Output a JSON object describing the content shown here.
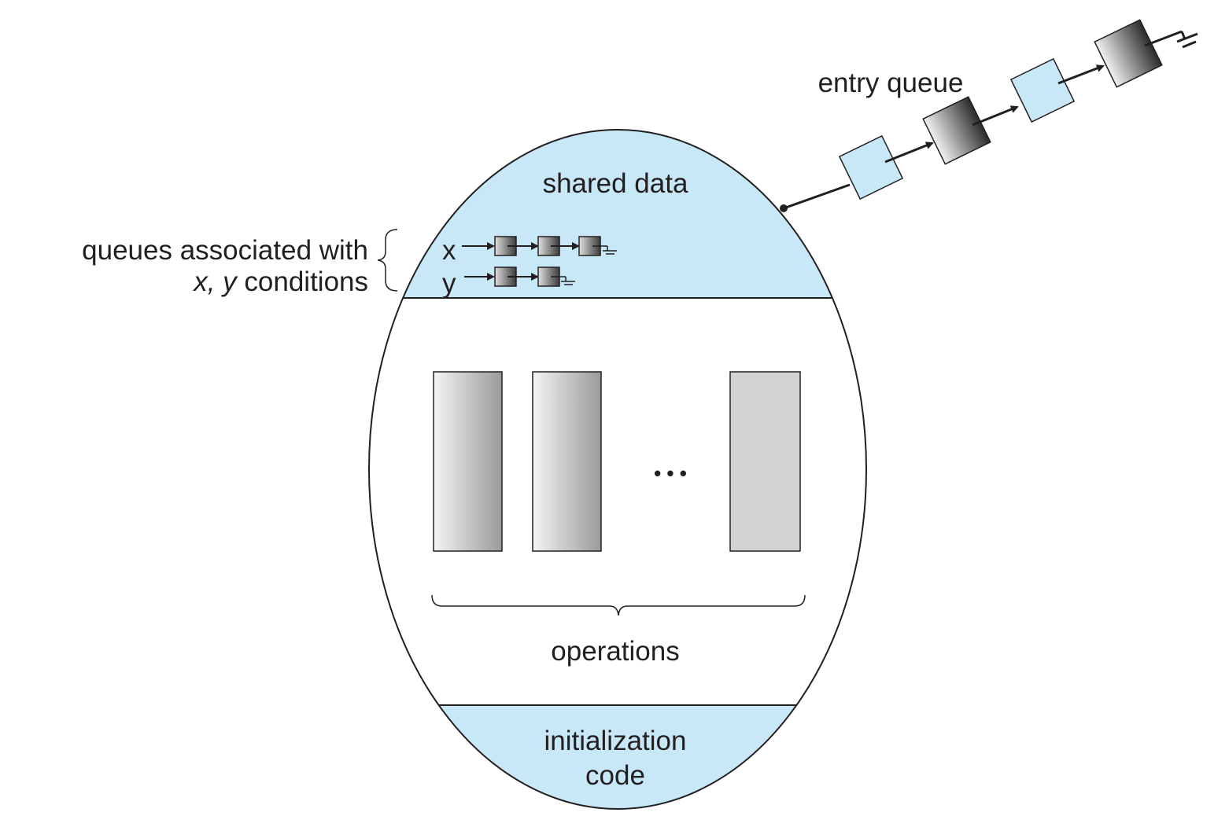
{
  "labels": {
    "shared_data": "shared data",
    "entry_queue": "entry queue",
    "conditions_line1": "queues associated with",
    "conditions_vars": "x, y",
    "conditions_word": " conditions",
    "var_x": "x",
    "var_y": "y",
    "ellipsis": "• • •",
    "operations": "operations",
    "init_line1": "initialization",
    "init_line2": "code"
  },
  "colors": {
    "light_blue": "#c8e8f8",
    "outline": "#231f20",
    "dark_node": "#555555",
    "gray_block": "#c8c8c8"
  }
}
